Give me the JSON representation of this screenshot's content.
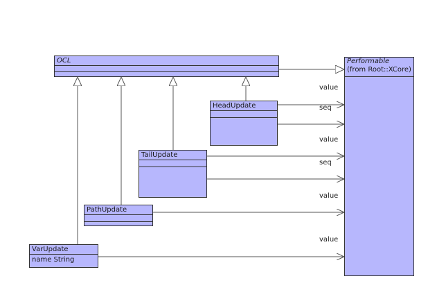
{
  "classes": {
    "ocl": {
      "name": "OCL"
    },
    "performable": {
      "name": "Performable",
      "stereotype": "(from Root::XCore)"
    },
    "head_update": {
      "name": "HeadUpdate"
    },
    "tail_update": {
      "name": "TailUpdate"
    },
    "path_update": {
      "name": "PathUpdate"
    },
    "var_update": {
      "name": "VarUpdate",
      "attribute": "name String"
    }
  },
  "associations": {
    "head_value": "value",
    "head_seq": "seq",
    "tail_value": "value",
    "tail_seq": "seq",
    "path_value": "value",
    "var_value": "value"
  },
  "colors": {
    "class_fill": "#b7b7fd",
    "line": "#555555"
  }
}
